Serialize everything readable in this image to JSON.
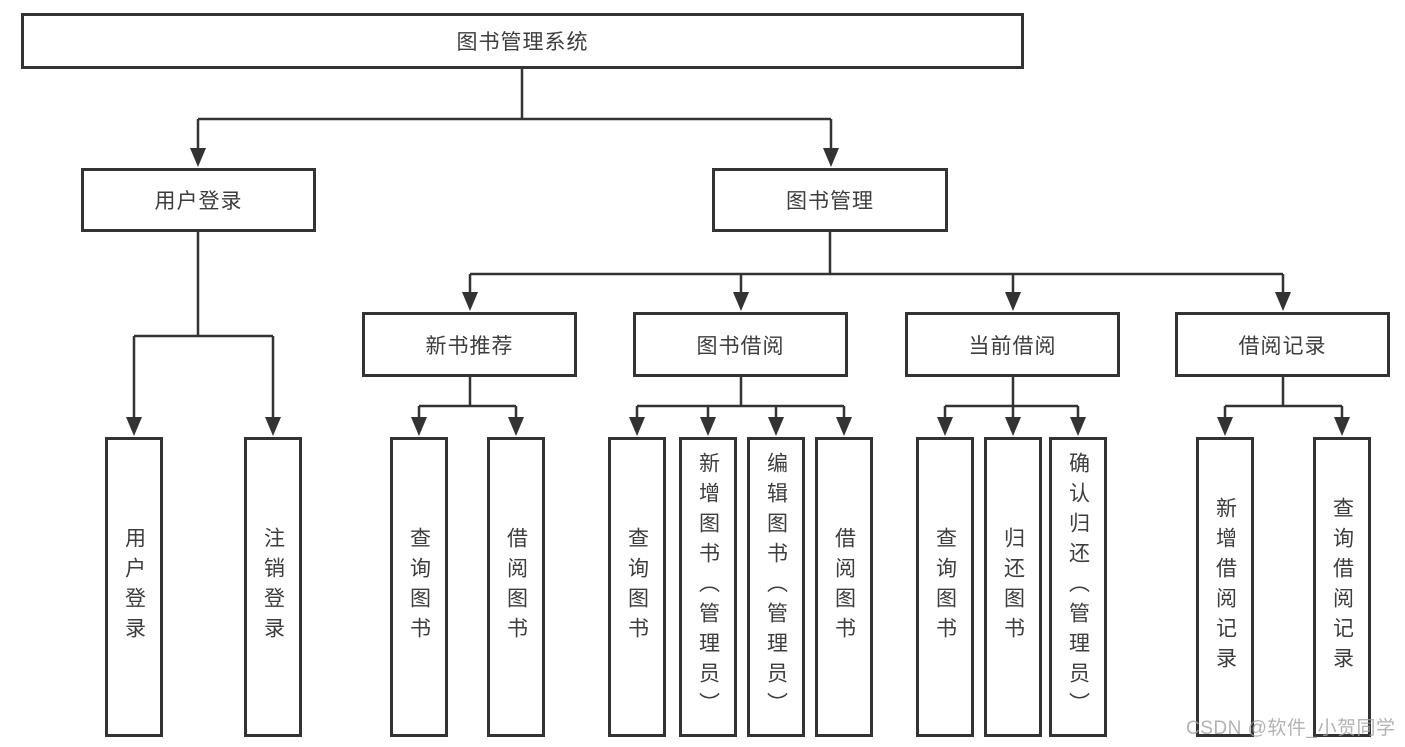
{
  "tree": {
    "title": "图书管理系统",
    "branches": [
      {
        "label": "用户登录",
        "children": [
          "用户登录",
          "注销登录"
        ]
      },
      {
        "label": "图书管理",
        "groups": [
          {
            "label": "新书推荐",
            "children": [
              "查询图书",
              "借阅图书"
            ]
          },
          {
            "label": "图书借阅",
            "children": [
              "查询图书",
              "新增图书（管理员）",
              "编辑图书（管理员）",
              "借阅图书"
            ]
          },
          {
            "label": "当前借阅",
            "children": [
              "查询图书",
              "归还图书",
              "确认归还（管理员）"
            ]
          },
          {
            "label": "借阅记录",
            "children": [
              "新增借阅记录",
              "查询借阅记录"
            ]
          }
        ]
      }
    ]
  },
  "watermark": {
    "text": "CSDN @软件_小贺同学",
    "color": "#b5b5b5"
  },
  "colors": {
    "line": "#333333",
    "text": "#3d3d3d",
    "background": "#ffffff"
  }
}
